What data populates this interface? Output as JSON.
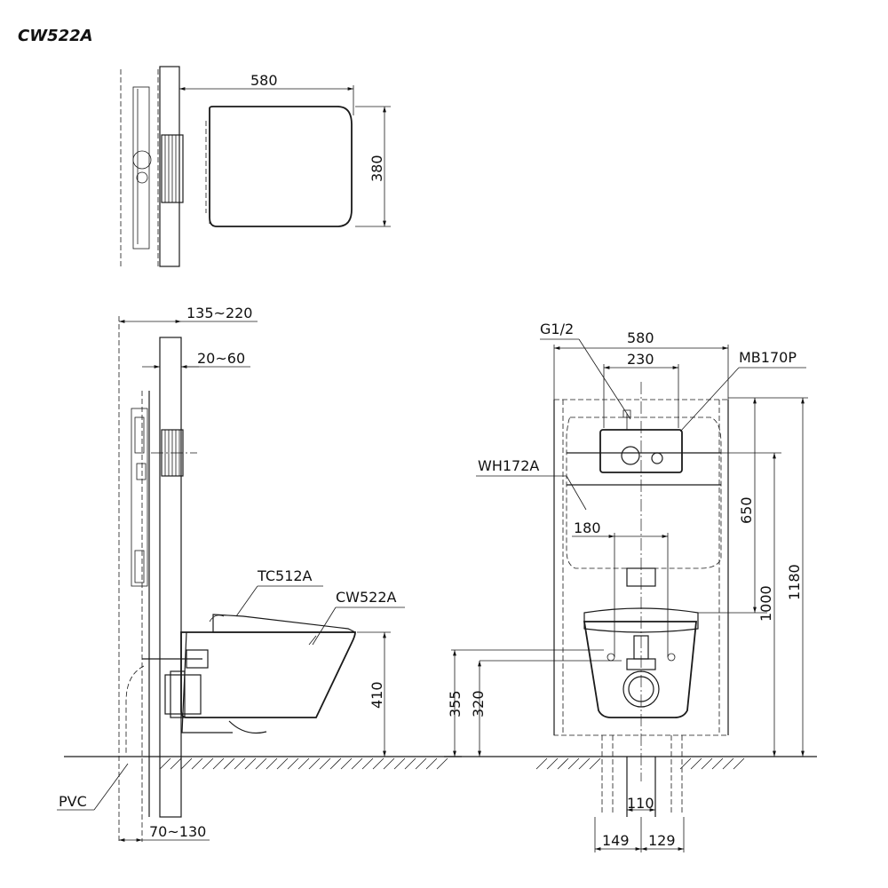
{
  "title": "CW522A",
  "top_view": {
    "width_dim": "580",
    "depth_dim": "380"
  },
  "side_view": {
    "frame_depth_dim": "135~220",
    "wall_dim": "20~60",
    "seat_label": "TC512A",
    "bowl_label": "CW522A",
    "height_dim": "410",
    "pvc_label": "PVC",
    "bottom_dim": "70~130"
  },
  "front_view": {
    "g12_label": "G1/2",
    "width_dim": "580",
    "plate_dim": "230",
    "plate_label": "MB170P",
    "tank_label": "WH172A",
    "bolt_dim": "180",
    "dim_650": "650",
    "dim_1000": "1000",
    "dim_1180": "1180",
    "dim_355": "355",
    "dim_320": "320",
    "dim_110": "110",
    "dim_149": "149",
    "dim_129": "129"
  }
}
